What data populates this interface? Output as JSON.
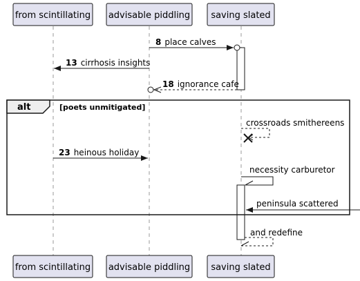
{
  "participants": [
    {
      "id": "p1",
      "name": "from scintillating"
    },
    {
      "id": "p2",
      "name": "advisable piddling"
    },
    {
      "id": "p3",
      "name": "saving slated"
    }
  ],
  "fragment": {
    "keyword": "alt",
    "condition": "[poets unmitigated]"
  },
  "messages": [
    {
      "id": "m1",
      "number": "8",
      "text": "place calves"
    },
    {
      "id": "m2",
      "number": "13",
      "text": "cirrhosis insights"
    },
    {
      "id": "m3",
      "number": "18",
      "text": "ignorance cafe"
    },
    {
      "id": "m4",
      "number": "",
      "text": "crossroads smithereens"
    },
    {
      "id": "m5",
      "number": "23",
      "text": "heinous holiday"
    },
    {
      "id": "m6",
      "number": "",
      "text": "necessity carburetor"
    },
    {
      "id": "m7",
      "number": "",
      "text": "peninsula scattered"
    },
    {
      "id": "m8",
      "number": "",
      "text": "and redefine"
    }
  ],
  "colors": {
    "participant_fill": "#E2E2F0",
    "participant_border": "#181818",
    "line": "#181818",
    "lifeline": "#999999"
  }
}
